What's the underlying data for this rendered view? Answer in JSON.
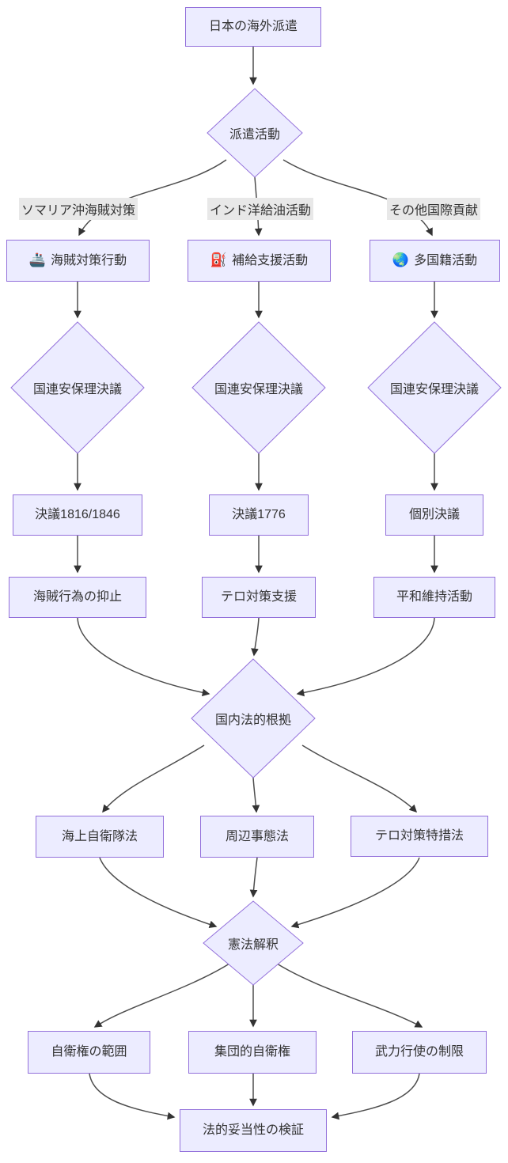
{
  "diagram": {
    "type": "flowchart",
    "direction": "top-down",
    "title": "日本の海外派遣",
    "colors": {
      "node_fill": "#ECECFF",
      "node_border": "#9370DB",
      "edge_line": "#4d4d4d",
      "edge_arrow": "#333333",
      "text": "#333333",
      "label_bg": "#e8e8e8",
      "bg": "#ffffff"
    },
    "nodes": {
      "root": {
        "label": "日本の海外派遣",
        "shape": "rect"
      },
      "dispatch": {
        "label": "派遣活動",
        "shape": "diamond"
      },
      "piracy_action": {
        "label": "海賊対策行動",
        "icon": "🚢",
        "icon_name": "ship-icon",
        "shape": "rect"
      },
      "refuel_support": {
        "label": "補給支援活動",
        "icon": "⛽",
        "icon_name": "fuel-pump-icon",
        "shape": "rect"
      },
      "multinational": {
        "label": "多国籍活動",
        "icon": "🌏",
        "icon_name": "globe-icon",
        "shape": "rect"
      },
      "unsc_left": {
        "label": "国連安保理決議",
        "shape": "diamond"
      },
      "unsc_mid": {
        "label": "国連安保理決議",
        "shape": "diamond"
      },
      "unsc_right": {
        "label": "国連安保理決議",
        "shape": "diamond"
      },
      "res_1816_1846": {
        "label": "決議1816/1846",
        "shape": "rect"
      },
      "res_1776": {
        "label": "決議1776",
        "shape": "rect"
      },
      "res_individual": {
        "label": "個別決議",
        "shape": "rect"
      },
      "piracy_deterrence": {
        "label": "海賊行為の抑止",
        "shape": "rect"
      },
      "terror_support": {
        "label": "テロ対策支援",
        "shape": "rect"
      },
      "peacekeeping": {
        "label": "平和維持活動",
        "shape": "rect"
      },
      "domestic_law": {
        "label": "国内法的根拠",
        "shape": "diamond"
      },
      "msdf_law": {
        "label": "海上自衛隊法",
        "shape": "rect"
      },
      "situations_law": {
        "label": "周辺事態法",
        "shape": "rect"
      },
      "terror_law": {
        "label": "テロ対策特措法",
        "shape": "rect"
      },
      "constitution": {
        "label": "憲法解釈",
        "shape": "diamond"
      },
      "selfdefense_scope": {
        "label": "自衛権の範囲",
        "shape": "rect"
      },
      "collective_selfdefense": {
        "label": "集団的自衛権",
        "shape": "rect"
      },
      "force_limit": {
        "label": "武力行使の制限",
        "shape": "rect"
      },
      "final": {
        "label": "法的妥当性の検証",
        "shape": "rect"
      }
    },
    "edge_labels": {
      "somalia": "ソマリア沖海賊対策",
      "indian_ocean": "インド洋給油活動",
      "other_intl": "その他国際貢献"
    },
    "edges": [
      {
        "from": "root",
        "to": "dispatch"
      },
      {
        "from": "dispatch",
        "to": "piracy_action",
        "label": "ソマリア沖海賊対策"
      },
      {
        "from": "dispatch",
        "to": "refuel_support",
        "label": "インド洋給油活動"
      },
      {
        "from": "dispatch",
        "to": "multinational",
        "label": "その他国際貢献"
      },
      {
        "from": "piracy_action",
        "to": "unsc_left"
      },
      {
        "from": "refuel_support",
        "to": "unsc_mid"
      },
      {
        "from": "multinational",
        "to": "unsc_right"
      },
      {
        "from": "unsc_left",
        "to": "res_1816_1846"
      },
      {
        "from": "unsc_mid",
        "to": "res_1776"
      },
      {
        "from": "unsc_right",
        "to": "res_individual"
      },
      {
        "from": "res_1816_1846",
        "to": "piracy_deterrence"
      },
      {
        "from": "res_1776",
        "to": "terror_support"
      },
      {
        "from": "res_individual",
        "to": "peacekeeping"
      },
      {
        "from": "piracy_deterrence",
        "to": "domestic_law"
      },
      {
        "from": "terror_support",
        "to": "domestic_law"
      },
      {
        "from": "peacekeeping",
        "to": "domestic_law"
      },
      {
        "from": "domestic_law",
        "to": "msdf_law"
      },
      {
        "from": "domestic_law",
        "to": "situations_law"
      },
      {
        "from": "domestic_law",
        "to": "terror_law"
      },
      {
        "from": "msdf_law",
        "to": "constitution"
      },
      {
        "from": "situations_law",
        "to": "constitution"
      },
      {
        "from": "terror_law",
        "to": "constitution"
      },
      {
        "from": "constitution",
        "to": "selfdefense_scope"
      },
      {
        "from": "constitution",
        "to": "collective_selfdefense"
      },
      {
        "from": "constitution",
        "to": "force_limit"
      },
      {
        "from": "selfdefense_scope",
        "to": "final"
      },
      {
        "from": "collective_selfdefense",
        "to": "final"
      },
      {
        "from": "force_limit",
        "to": "final"
      }
    ]
  }
}
